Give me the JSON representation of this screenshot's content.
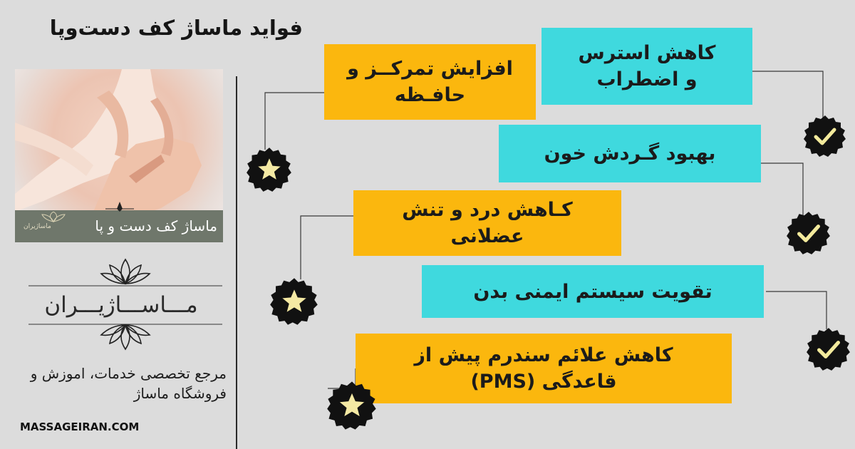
{
  "title": "فواید ماساژ کف دست‌وپا",
  "photo": {
    "caption": "ماساژ کف دست و پا",
    "logo_text": "ماساژیران"
  },
  "logo_text": "مـــاســـاژیـــران",
  "slogan": "مرجع تخصصی خدمات، اموزش و فروشگاه ماساژ",
  "site": "MASSAGEIRAN.COM",
  "benefits": {
    "b1": {
      "line1": "کاهش استرس",
      "line2": "و اضطراب"
    },
    "b2": {
      "line1": "افزایش تمرکــز و",
      "line2": "حافـظه"
    },
    "b3": {
      "line1": "بهبود گـردش خون"
    },
    "b4": {
      "line1": "کـاهش درد و تنش",
      "line2": "عضلانی"
    },
    "b5": {
      "line1": "تقویت سیستم ایمنی بدن"
    },
    "b6": {
      "line1": "کاهش علائم سندرم پیش از",
      "line2": "قاعدگی (PMS)"
    }
  },
  "icons": {
    "check": "check-badge-icon",
    "star": "star-badge-icon"
  },
  "colors": {
    "cyan": "#3fd9de",
    "orange": "#fbb70e",
    "badge": "#111111",
    "check": "#f3ea9c",
    "background": "#dcdcdc"
  }
}
